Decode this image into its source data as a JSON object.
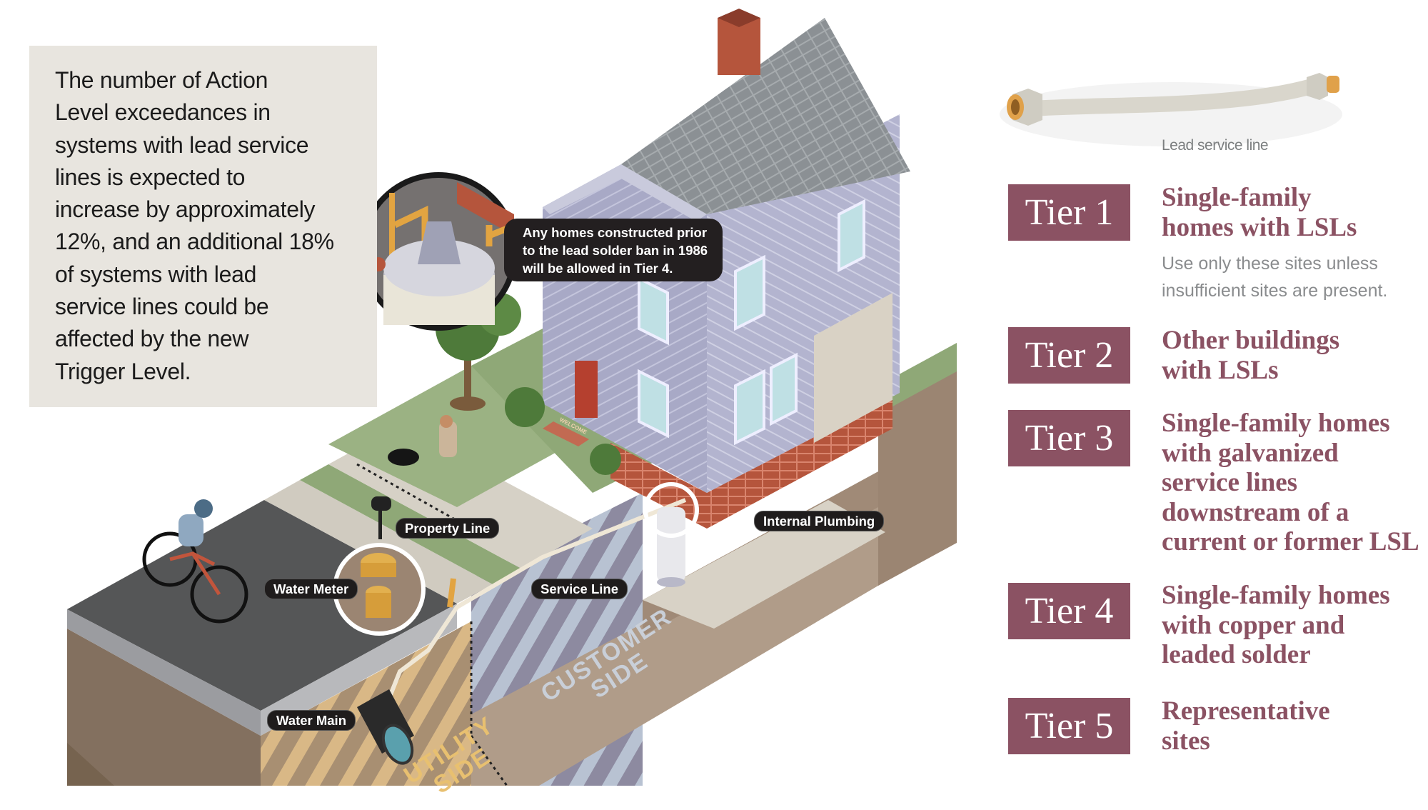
{
  "intro": {
    "lines": [
      "The number of Action",
      "Level exceedances in",
      "systems with lead service",
      "lines is expected to",
      "increase by approximately",
      "12%, and an additional 18%",
      "of systems with lead",
      "service lines could be",
      "affected by the new",
      "Trigger Level."
    ]
  },
  "callout": {
    "lines": [
      "Any homes constructed prior",
      "to the lead solder ban in 1986",
      "will be allowed in Tier 4."
    ]
  },
  "labels": {
    "property_line": "Property Line",
    "water_meter": "Water Meter",
    "water_main": "Water Main",
    "service_line": "Service Line",
    "internal_plumbing": "Internal Plumbing",
    "customer_side": [
      "CUSTOMER",
      "SIDE"
    ],
    "utility_side": [
      "UTILITY",
      "SIDE"
    ],
    "welcome_mat": "WELCOME"
  },
  "pipe_caption": "Lead service line",
  "tiers": [
    {
      "label": "Tier 1",
      "desc": [
        "Single-family",
        "homes with LSLs"
      ],
      "note": [
        "Use only these sites unless",
        "insufficient sites are present."
      ]
    },
    {
      "label": "Tier 2",
      "desc": [
        "Other buildings",
        "with LSLs"
      ]
    },
    {
      "label": "Tier 3",
      "desc": [
        "Single-family homes",
        "with galvanized",
        "service lines",
        "downstream of a",
        "current or former LSL"
      ]
    },
    {
      "label": "Tier 4",
      "desc": [
        "Single-family homes",
        "with copper and",
        "leaded solder"
      ]
    },
    {
      "label": "Tier 5",
      "desc": [
        "Representative",
        "sites"
      ]
    }
  ],
  "colors": {
    "tier_accent": "#8b5263",
    "customer_side_text": "#c9cfd8",
    "utility_side_text": "#e8c070"
  }
}
